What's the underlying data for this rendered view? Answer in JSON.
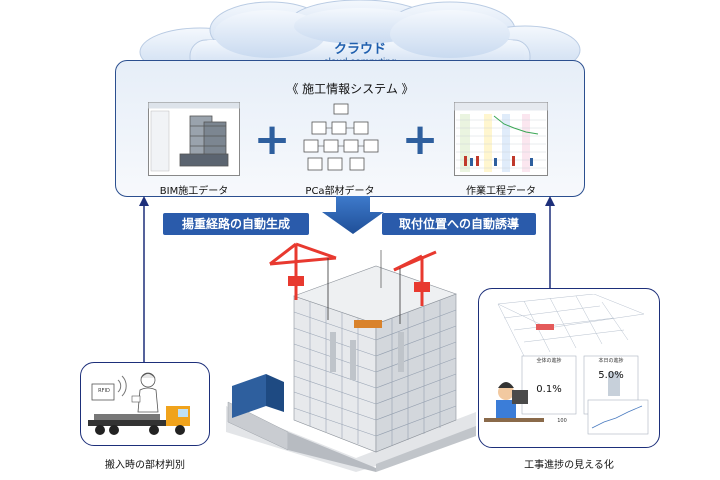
{
  "cloud": {
    "title": "クラウド",
    "subtitle": "cloud computing"
  },
  "system": {
    "title": "《 施工情報システム 》"
  },
  "panels": [
    {
      "label": "BIM施工データ",
      "icon": "bim-model-icon"
    },
    {
      "label": "PCa部材データ",
      "icon": "pca-components-icon"
    },
    {
      "label": "作業工程データ",
      "icon": "schedule-chart-icon"
    }
  ],
  "ribbons": {
    "left": "揚重経路の自動生成",
    "right": "取付位置への自動誘導"
  },
  "left_box": {
    "caption": "搬入時の部材判別",
    "rfid_label": "RFID"
  },
  "right_box": {
    "caption": "工事進捗の見える化",
    "card1_title": "全体の進捗",
    "card1_value": "0.1%",
    "card2_title": "本日の進捗",
    "card2_value": "5.0%",
    "small_value": "100"
  },
  "colors": {
    "primary": "#2a5bab",
    "plus": "#2e5f9e",
    "crane": "#e8392f",
    "border": "#1d2f7a"
  }
}
